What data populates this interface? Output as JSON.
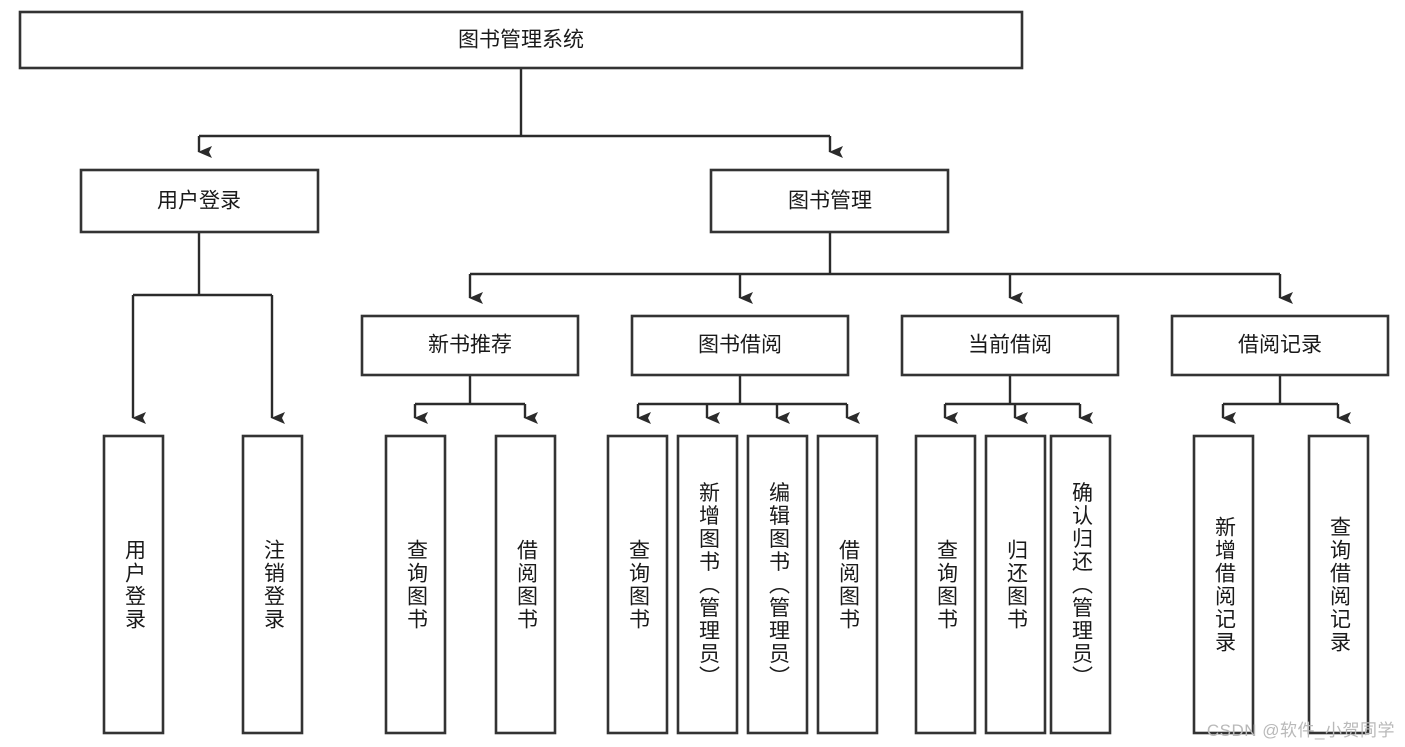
{
  "diagram": {
    "title": "图书管理系统",
    "type": "tree-hierarchy-diagram",
    "colors": {
      "box_stroke": "#333333",
      "box_fill": "#ffffff",
      "connector": "#2b2b2b",
      "text": "#1a1a1a",
      "watermark": "#b9b9b9",
      "background": "#ffffff"
    },
    "root": {
      "label": "图书管理系统"
    },
    "level2": [
      {
        "label": "用户登录"
      },
      {
        "label": "图书管理"
      }
    ],
    "level3": [
      {
        "label": "新书推荐"
      },
      {
        "label": "图书借阅"
      },
      {
        "label": "当前借阅"
      },
      {
        "label": "借阅记录"
      }
    ],
    "leaves": {
      "user_login": [
        {
          "label": "用户登录"
        },
        {
          "label": "注销登录"
        }
      ],
      "new_book_recommend": [
        {
          "label": "查询图书"
        },
        {
          "label": "借阅图书"
        }
      ],
      "book_borrow": [
        {
          "label": "查询图书"
        },
        {
          "label": "新增图书（管理员）"
        },
        {
          "label": "编辑图书（管理员）"
        },
        {
          "label": "借阅图书"
        }
      ],
      "current_borrow": [
        {
          "label": "查询图书"
        },
        {
          "label": "归还图书"
        },
        {
          "label": "确认归还（管理员）"
        }
      ],
      "borrow_records": [
        {
          "label": "新增借阅记录"
        },
        {
          "label": "查询借阅记录"
        }
      ]
    }
  },
  "watermark": {
    "text": "CSDN @软件_小贺同学"
  }
}
